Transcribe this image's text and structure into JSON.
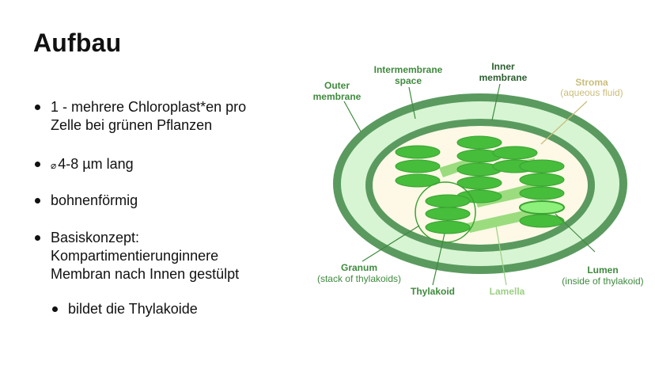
{
  "slide": {
    "title": "Aufbau",
    "bullets": [
      {
        "line1": "1 - mehrere Chloroplast*en pro",
        "line2": "Zelle bei grünen Pflanzen"
      },
      {
        "symbol": "⌀",
        "text": "4-8 µm lang"
      },
      {
        "text": "bohnenförmig"
      },
      {
        "line1": "Basiskonzept:",
        "line2": "Kompartimentierunginnere",
        "line3": "Membran nach Innen gestülpt"
      },
      {
        "text": "bildet die Thylakoide"
      }
    ]
  },
  "diagram": {
    "colors": {
      "outer": "#5a9a5f",
      "intermembrane": "#d7f5d3",
      "inner": "#5a9a5f",
      "stroma": "#fdf9e6",
      "thylakoid": "#46bd3b",
      "lamella": "#9bdc7e",
      "lumen": "#8cf07a",
      "label_dark": "#3f8a3e",
      "label_light": "#9ccf83",
      "label_tan": "#c9bd7a"
    },
    "labels": {
      "outer_1": "Outer",
      "outer_2": "membrane",
      "intermembrane_1": "Intermembrane",
      "intermembrane_2": "space",
      "inner_1": "Inner",
      "inner_2": "membrane",
      "stroma_1": "Stroma",
      "stroma_2": "(aqueous fluid)",
      "granum_1": "Granum",
      "granum_2": "(stack of thylakoids)",
      "thylakoid": "Thylakoid",
      "lamella": "Lamella",
      "lumen_1": "Lumen",
      "lumen_2": "(inside of thylakoid)"
    }
  }
}
